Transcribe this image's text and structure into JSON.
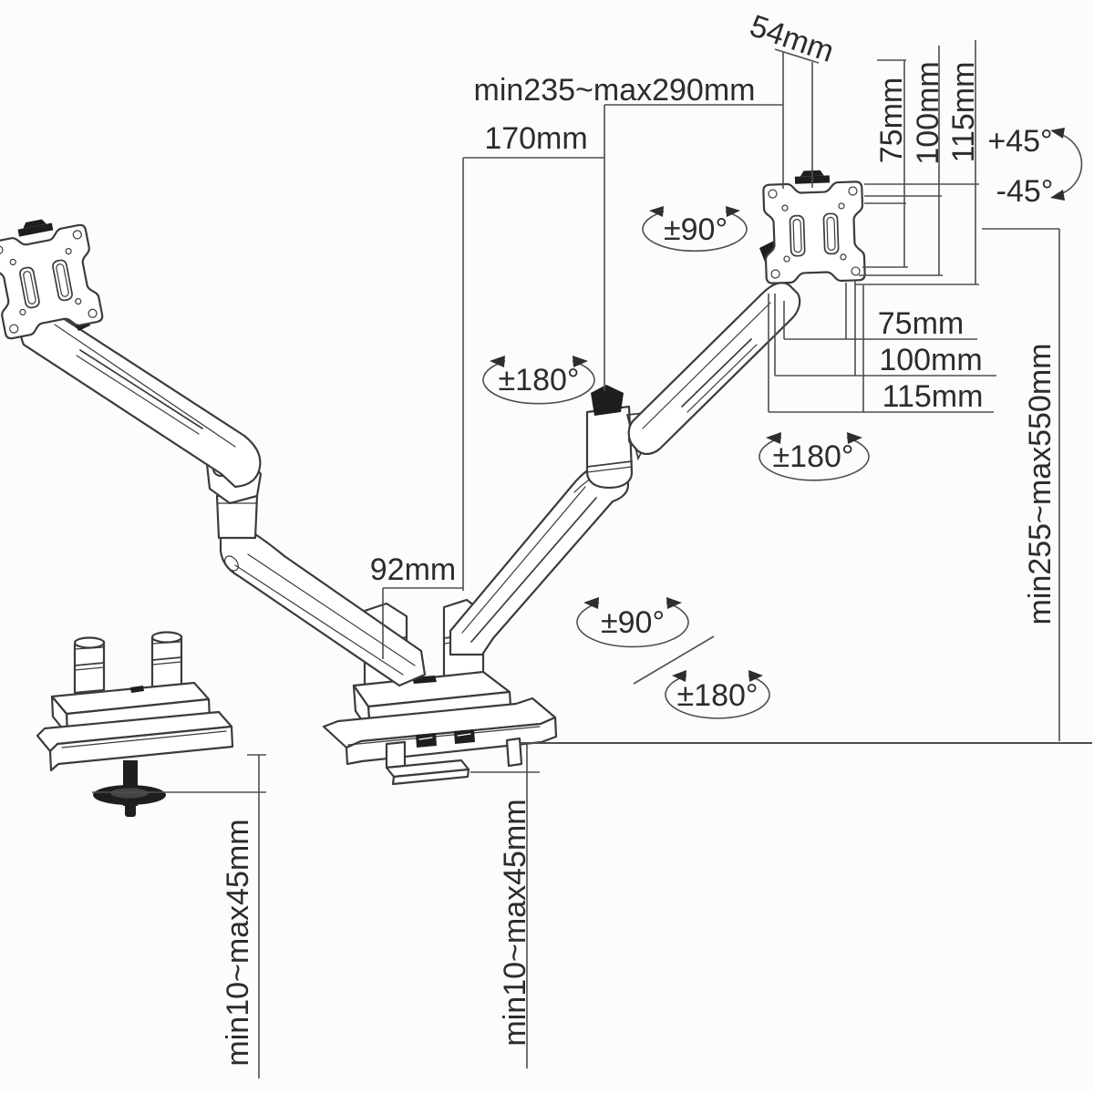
{
  "diagram": {
    "type": "technical-dimension-drawing",
    "subject": "dual-arm gas-spring monitor desk mount with clamp and grommet base",
    "background_color": "#fcfcfc",
    "line_color": "#3b3b3b",
    "dimension_line_color": "#4e4e4e",
    "text_color": "#2c2c2c"
  },
  "dims": {
    "tab_width": "54mm",
    "extension_range": "min235~max290mm",
    "upper_arm_length": "170mm",
    "vesa_v_75": "75mm",
    "vesa_v_100": "100mm",
    "vesa_v_115": "115mm",
    "tilt_up": "+45°",
    "tilt_down": "-45°",
    "vesa_h_75": "75mm",
    "vesa_h_100": "100mm",
    "vesa_h_115": "115mm",
    "height_range": "min255~max550mm",
    "arm_offset": "92mm",
    "desk_thickness_grommet": "min10~max45mm",
    "desk_thickness_clamp": "min10~max45mm"
  },
  "rotations": {
    "monitor_pivot": "±90°",
    "forearm_swivel": "±180°",
    "vesa_swivel": "±180°",
    "arm_swivel": "±90°",
    "base_swivel": "±180°"
  }
}
